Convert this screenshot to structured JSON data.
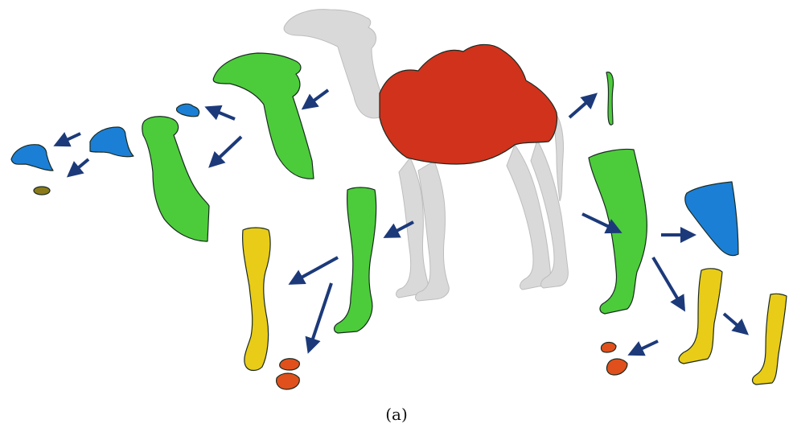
{
  "caption": "(a)",
  "colors": {
    "body_grey": "#d9d9d9",
    "hump_red": "#d0321c",
    "part_green": "#4ccc3a",
    "part_blue": "#1b7fd6",
    "part_yellow": "#e8cc18",
    "part_orange": "#e0501c",
    "part_olive": "#8a7a1a",
    "arrow_navy": "#1c3a7a"
  },
  "parts": [
    {
      "name": "camel-full-body",
      "color": "body_grey"
    },
    {
      "name": "torso-hump",
      "color": "hump_red"
    },
    {
      "name": "head-neck",
      "color": "part_green"
    },
    {
      "name": "neck",
      "color": "part_green"
    },
    {
      "name": "head-small",
      "color": "part_blue"
    },
    {
      "name": "head-segment",
      "color": "part_blue"
    },
    {
      "name": "head-tip",
      "color": "part_blue"
    },
    {
      "name": "head-nub",
      "color": "part_olive"
    },
    {
      "name": "front-leg",
      "color": "part_green"
    },
    {
      "name": "front-lower-leg",
      "color": "part_yellow"
    },
    {
      "name": "front-foot",
      "color": "part_orange"
    },
    {
      "name": "tail",
      "color": "part_green"
    },
    {
      "name": "hind-leg",
      "color": "part_green"
    },
    {
      "name": "hind-thigh",
      "color": "part_blue"
    },
    {
      "name": "hind-lower-leg-pair",
      "color": "part_yellow"
    },
    {
      "name": "hind-lower-leg",
      "color": "part_yellow"
    },
    {
      "name": "hind-foot",
      "color": "part_orange"
    }
  ]
}
